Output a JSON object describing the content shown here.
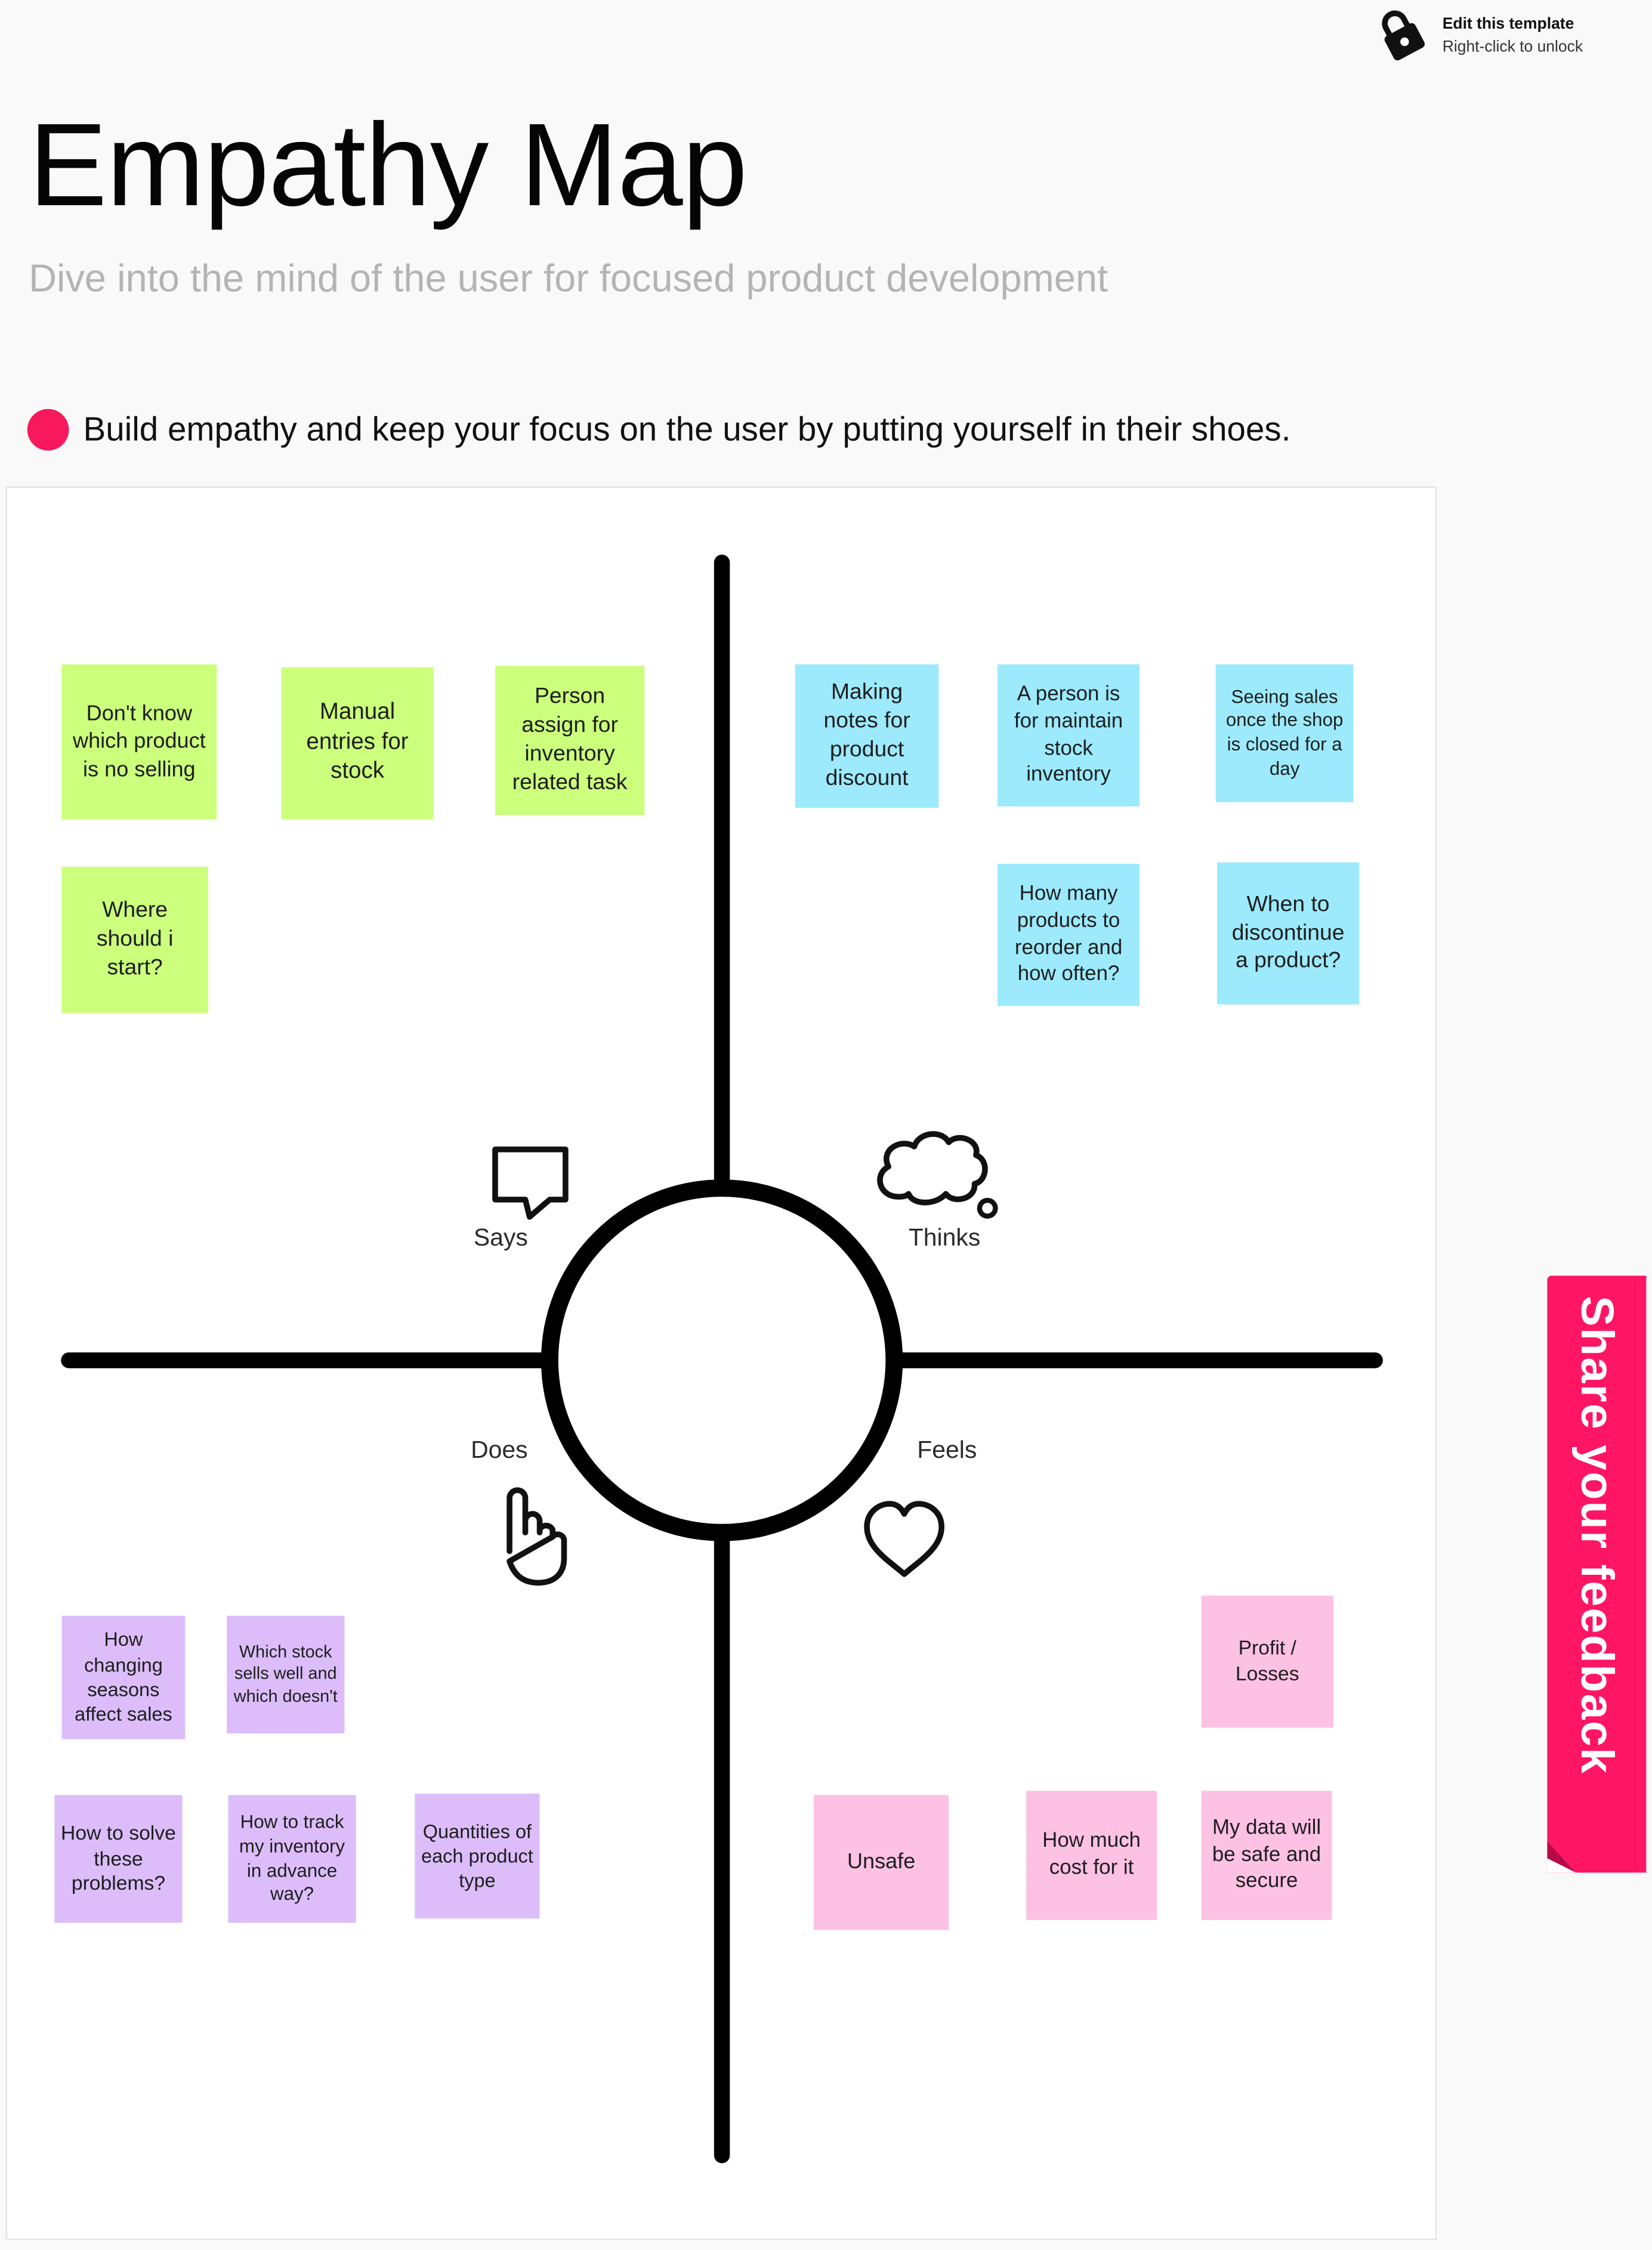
{
  "lock_hint": {
    "title": "Edit this template",
    "subtitle": "Right-click to unlock",
    "icon": "lock-icon"
  },
  "header": {
    "title": "Empathy Map",
    "subtitle": "Dive into the mind of the user for focused product development",
    "instruction": "Build empathy and keep your focus on the user by putting yourself in their shoes.",
    "bullet_color": "#f7195c"
  },
  "quadrants": {
    "says": {
      "label": "Says",
      "icon": "speech-bubble-icon"
    },
    "thinks": {
      "label": "Thinks",
      "icon": "thought-cloud-icon"
    },
    "does": {
      "label": "Does",
      "icon": "pointing-hand-icon"
    },
    "feels": {
      "label": "Feels",
      "icon": "heart-icon"
    }
  },
  "notes": {
    "says": [
      "Don't know which product is no selling",
      "Manual entries for stock",
      "Person assign for inventory related task",
      "Where should i start?"
    ],
    "thinks": [
      "Making notes for product discount",
      "A person is for maintain stock inventory",
      "Seeing sales once the shop is closed for a day",
      "How many products to reorder and how often?",
      "When to discontinue a product?"
    ],
    "does": [
      "How changing seasons affect sales",
      "Which stock sells well and which doesn't",
      "How to solve these problems?",
      "How to track my inventory in advance way?",
      "Quantities of each product type"
    ],
    "feels": [
      "Profit / Losses",
      "Unsafe",
      "How much cost for it",
      "My data will be safe and secure"
    ]
  },
  "colors": {
    "says_note": "#cbff7c",
    "thinks_note": "#9ceafc",
    "does_note": "#dcbdfa",
    "feels_note": "#fdc1e3",
    "feedback_tab": "#fe1664"
  },
  "feedback": {
    "label": "Share your feedback"
  }
}
